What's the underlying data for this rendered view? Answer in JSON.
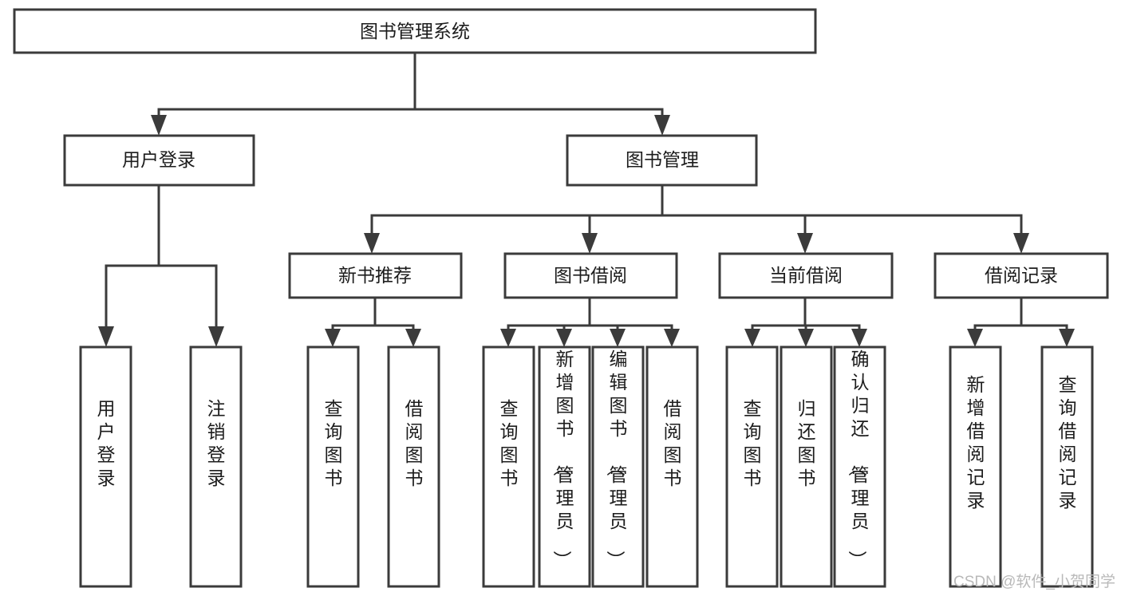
{
  "diagram": {
    "title": "图书管理系统",
    "type": "tree-hierarchy",
    "watermark": "CSDN @软件_小贺同学",
    "colors": {
      "stroke": "#3b3b3b",
      "fill": "#ffffff",
      "text": "#1c1c1c",
      "watermark": "#b9b9b9"
    },
    "nodes": {
      "root": {
        "label": "图书管理系统",
        "orientation": "horizontal"
      },
      "l2": [
        {
          "id": "user-login",
          "label": "用户登录",
          "orientation": "horizontal"
        },
        {
          "id": "book-manage",
          "label": "图书管理",
          "orientation": "horizontal"
        }
      ],
      "l3": [
        {
          "id": "new-book-recommend",
          "label": "新书推荐",
          "orientation": "horizontal"
        },
        {
          "id": "book-borrow",
          "label": "图书借阅",
          "orientation": "horizontal"
        },
        {
          "id": "current-borrow",
          "label": "当前借阅",
          "orientation": "horizontal"
        },
        {
          "id": "borrow-record",
          "label": "借阅记录",
          "orientation": "horizontal"
        }
      ],
      "leaves": [
        {
          "id": "leaf-user-login",
          "label": "用户登录",
          "parent": "user-login",
          "orientation": "vertical"
        },
        {
          "id": "leaf-user-logout",
          "label": "注销登录",
          "parent": "user-login",
          "orientation": "vertical"
        },
        {
          "id": "leaf-query-book-1",
          "label": "查询图书",
          "parent": "new-book-recommend",
          "orientation": "vertical"
        },
        {
          "id": "leaf-borrow-book-1",
          "label": "借阅图书",
          "parent": "new-book-recommend",
          "orientation": "vertical"
        },
        {
          "id": "leaf-query-book-2",
          "label": "查询图书",
          "parent": "book-borrow",
          "orientation": "vertical"
        },
        {
          "id": "leaf-add-book",
          "label": "新增图书（管理员）",
          "parent": "book-borrow",
          "orientation": "vertical"
        },
        {
          "id": "leaf-edit-book",
          "label": "编辑图书（管理员）",
          "parent": "book-borrow",
          "orientation": "vertical"
        },
        {
          "id": "leaf-borrow-book-2",
          "label": "借阅图书",
          "parent": "book-borrow",
          "orientation": "vertical"
        },
        {
          "id": "leaf-query-book-3",
          "label": "查询图书",
          "parent": "current-borrow",
          "orientation": "vertical"
        },
        {
          "id": "leaf-return-book",
          "label": "归还图书",
          "parent": "current-borrow",
          "orientation": "vertical"
        },
        {
          "id": "leaf-confirm-return",
          "label": "确认归还（管理员）",
          "parent": "current-borrow",
          "orientation": "vertical"
        },
        {
          "id": "leaf-add-record",
          "label": "新增借阅记录",
          "parent": "borrow-record",
          "orientation": "vertical"
        },
        {
          "id": "leaf-query-record",
          "label": "查询借阅记录",
          "parent": "borrow-record",
          "orientation": "vertical"
        }
      ]
    }
  }
}
